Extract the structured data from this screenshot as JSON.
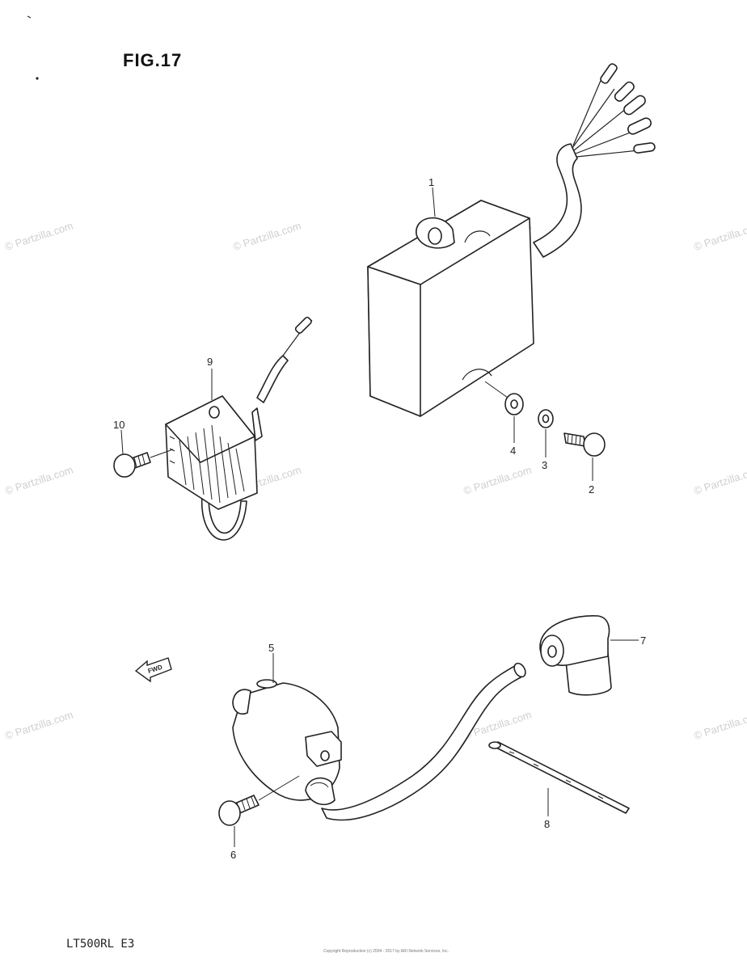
{
  "figure": {
    "title": "FIG.17"
  },
  "model_code": "LT500RL  E3",
  "watermark": "© Partzilla.com",
  "fwd_label": "FWD",
  "copyright": "Copyright\nReproduction (c) 2004 - 2017 by ARI Network Services, Inc.",
  "callouts": [
    {
      "number": "1",
      "part": "ignitor-unit"
    },
    {
      "number": "2",
      "part": "screw"
    },
    {
      "number": "3",
      "part": "washer"
    },
    {
      "number": "4",
      "part": "cushion"
    },
    {
      "number": "5",
      "part": "ignition-coil"
    },
    {
      "number": "6",
      "part": "coil-screw"
    },
    {
      "number": "7",
      "part": "plug-cap"
    },
    {
      "number": "8",
      "part": "cable-tie"
    },
    {
      "number": "9",
      "part": "regulator-rectifier"
    },
    {
      "number": "10",
      "part": "regulator-screw"
    }
  ]
}
